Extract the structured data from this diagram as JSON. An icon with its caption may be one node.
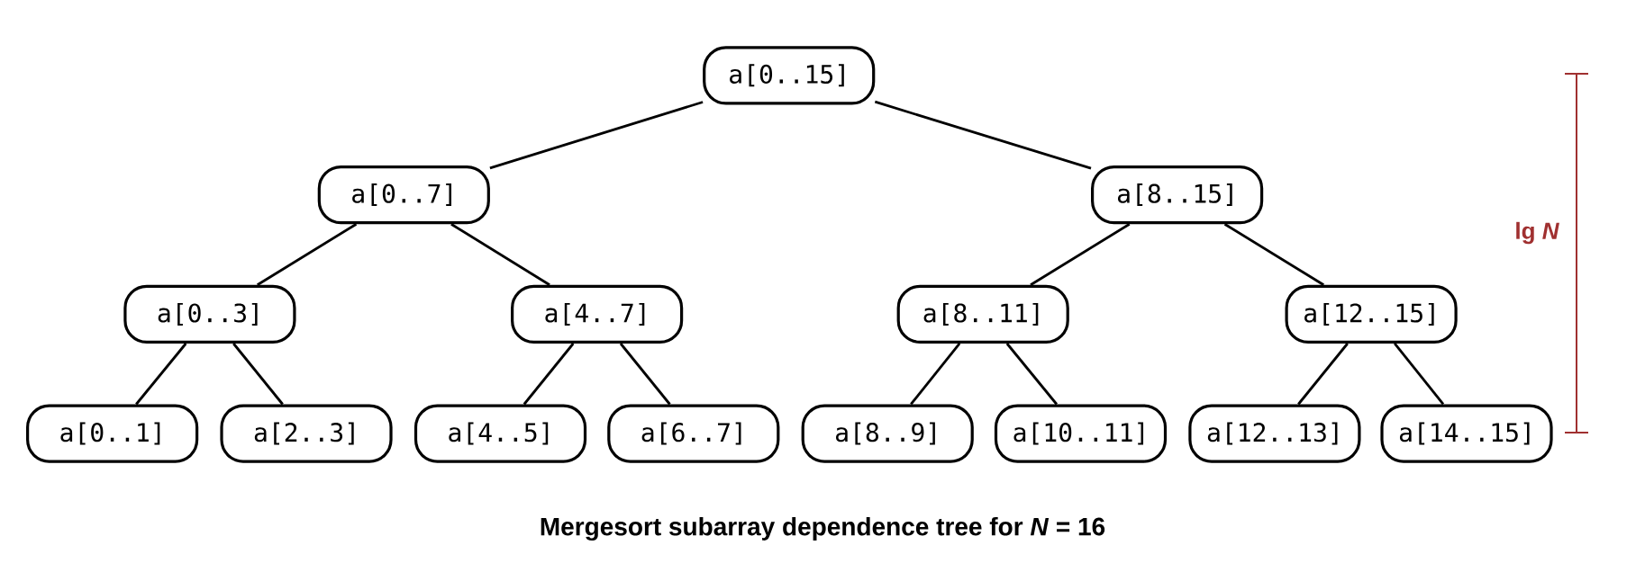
{
  "diagram": {
    "caption": "Mergesort subarray dependence tree for *N* = 16",
    "nodes": [
      {
        "text": [
          "a[0..15]"
        ]
      },
      {
        "text": [
          "a[0..7]"
        ]
      },
      {
        "text": [
          "a[8..15]"
        ]
      },
      {
        "text": [
          "a[0..3]"
        ]
      },
      {
        "text": [
          "a[4..7]"
        ]
      },
      {
        "text": [
          "a[8..11]"
        ]
      },
      {
        "text": [
          "a[12..15]"
        ]
      },
      {
        "text": [
          "a[0..1]"
        ]
      },
      {
        "text": [
          "a[2..3]"
        ]
      },
      {
        "text": [
          "a[4..5]"
        ]
      },
      {
        "text": [
          "a[6..7]"
        ]
      },
      {
        "text": [
          "a[8..9]"
        ]
      },
      {
        "text": [
          "a[10..11]"
        ]
      },
      {
        "text": [
          "a[12..13]"
        ]
      },
      {
        "text": [
          "a[14..15]"
        ]
      }
    ],
    "edges": [
      {
        "from": 0,
        "to": 1,
        "arrow": "none"
      },
      {
        "from": 0,
        "to": 2,
        "arrow": "none"
      },
      {
        "from": 1,
        "to": 3,
        "arrow": "none"
      },
      {
        "from": 1,
        "to": 4,
        "arrow": "none"
      },
      {
        "from": 2,
        "to": 5,
        "arrow": "none"
      },
      {
        "from": 2,
        "to": 6,
        "arrow": "none"
      },
      {
        "from": 3,
        "to": 7,
        "arrow": "none"
      },
      {
        "from": 3,
        "to": 8,
        "arrow": "none"
      },
      {
        "from": 4,
        "to": 9,
        "arrow": "none"
      },
      {
        "from": 4,
        "to": 10,
        "arrow": "none"
      },
      {
        "from": 5,
        "to": 11,
        "arrow": "none"
      },
      {
        "from": 5,
        "to": 12,
        "arrow": "none"
      },
      {
        "from": 6,
        "to": 13,
        "arrow": "none"
      },
      {
        "from": 6,
        "to": 14,
        "arrow": "none"
      }
    ],
    "labels": [
      "lg *N*"
    ]
  }
}
